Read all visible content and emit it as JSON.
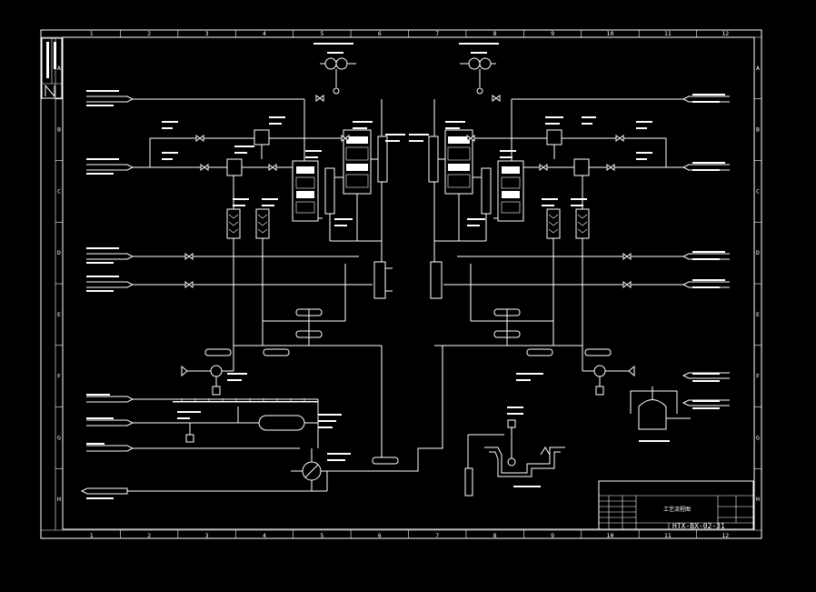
{
  "drawing": {
    "columns": [
      "1",
      "2",
      "3",
      "4",
      "5",
      "6",
      "7",
      "8",
      "9",
      "10",
      "11",
      "12"
    ],
    "rows": [
      "A",
      "B",
      "C",
      "D",
      "E",
      "F",
      "G",
      "H"
    ],
    "title_block": {
      "title": "工艺流程图",
      "drawing_number": "HTX-BX-02-31"
    }
  },
  "colors": {
    "background": "#000000",
    "line": "#ffffff"
  }
}
